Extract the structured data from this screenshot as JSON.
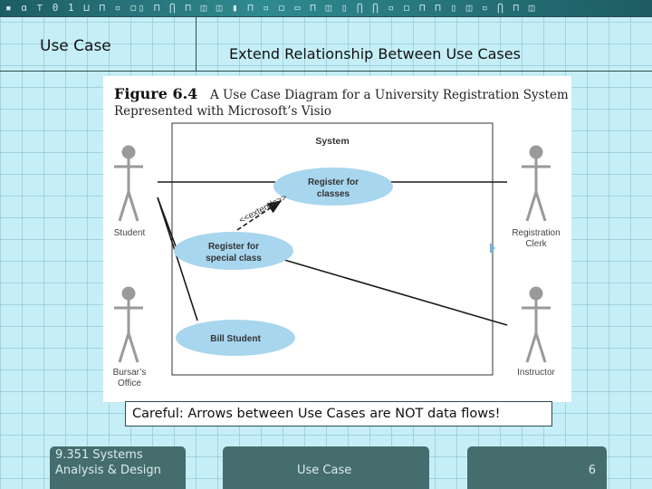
{
  "header": {
    "band_text": "▪ ɑ ⊤ 0 1 ⊔ ⊓     ▫ ◻▯ ⊓ ⋂ ⊓ ◫ ◫ ▮    ⊓ ▫ ◻ ▭ ⊓ ◫ ▯ ⋂ ⋂ ▫ ◻ ⊓ ⊓ ▯ ◫   ▫ ⋂ ⊓ ◫",
    "section_title": "Use Case",
    "slide_title": "Extend Relationship Between Use Cases"
  },
  "figure": {
    "number": "Figure 6.4",
    "title_line1": "A Use Case Diagram for a University Registration System",
    "title_line2": "Represented with Microsoft’s Visio",
    "system_label": "System",
    "actors": {
      "student": "Student",
      "registration_clerk_line1": "Registration",
      "registration_clerk_line2": "Clerk",
      "bursars_office_line1": "Bursar’s",
      "bursars_office_line2": "Office",
      "instructor": "Instructor"
    },
    "use_cases": {
      "register_for_classes_line1": "Register for",
      "register_for_classes_line2": "classes",
      "register_special_line1": "Register for",
      "register_special_line2": "special class",
      "bill_student": "Bill Student"
    },
    "extends_label": "<<extends>>",
    "colors": {
      "use_case_fill": "#a8d6ee",
      "stick_figure": "#9a9a9a",
      "lines": "#1a1a1a"
    }
  },
  "note": "Careful: Arrows between Use Cases are NOT data flows!",
  "footer": {
    "course_line1": "9.351     Systems",
    "course_line2": "Analysis & Design",
    "topic": "Use Case",
    "page": "6"
  }
}
